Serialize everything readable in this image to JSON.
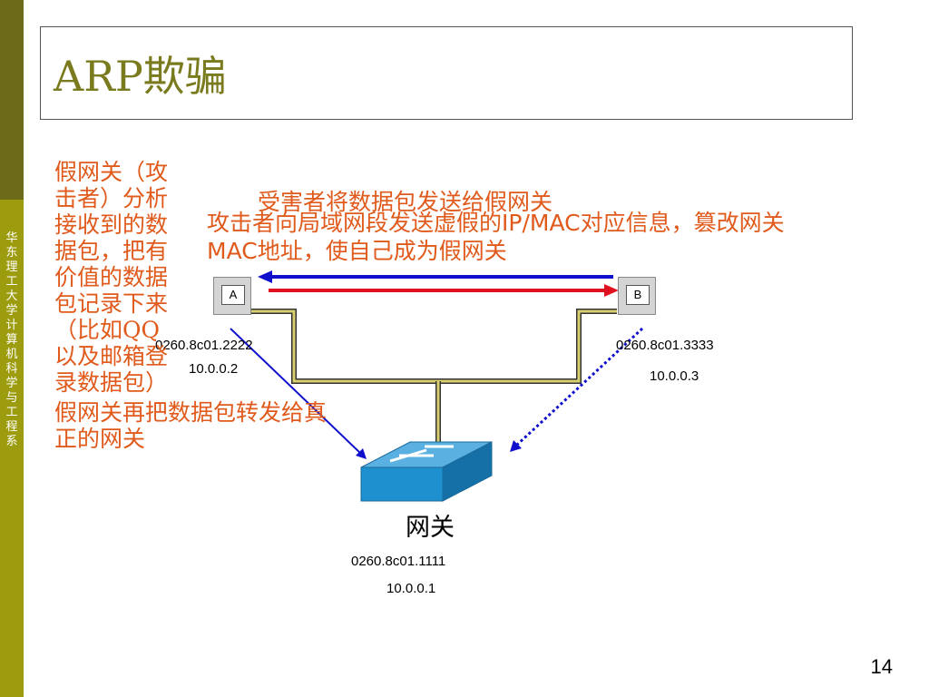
{
  "sidebar": {
    "text": "华东理工大学计算机科学与工程系"
  },
  "title": "ARP欺骗",
  "left_text": "假网关（攻击者）分析接收到的数据包，把有价值的数据包记录下来（比如QQ以及邮箱登录数据包）",
  "overlay_text": "假网关再把数据包转发给真正的网关",
  "victim_text": "受害者将数据包发送给假网关",
  "attacker_text": {
    "part1": "攻击者向局域网段发送虚假的",
    "part2": "IP/MAC",
    "part3": "对应信息，篡改网关",
    "part4": "MAC",
    "part5": "地址，使自己成为假网关"
  },
  "host_a": {
    "label": "A",
    "mac": "0260.8c01.2222",
    "ip": "10.0.0.2"
  },
  "host_b": {
    "label": "B",
    "mac": "0260.8c01.3333",
    "ip": "10.0.0.3"
  },
  "gateway": {
    "label": "网关",
    "mac": "0260.8c01.1111",
    "ip": "10.0.0.1"
  },
  "page_number": "14",
  "colors": {
    "text_accent": "#e05a1c",
    "title": "#7a7a1e",
    "arrow_blue": "#1010cc",
    "arrow_red": "#e01020",
    "link": "#d8d070"
  }
}
